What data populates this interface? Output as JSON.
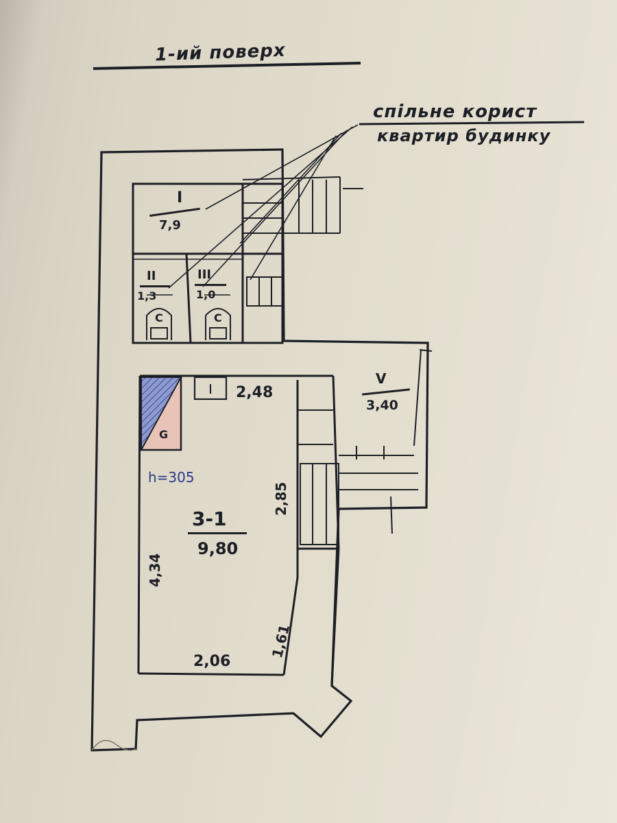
{
  "sheet": {
    "floor_title": "1-ий поверх",
    "common_note_line1": "спільне корист",
    "common_note_line2": "квартир будинку"
  },
  "rooms": [
    {
      "id": "I",
      "label": "I",
      "area": "7,9"
    },
    {
      "id": "II",
      "label": "II",
      "area": "1,3"
    },
    {
      "id": "III",
      "label": "III",
      "area": "1,0"
    },
    {
      "id": "V",
      "label": "V",
      "area": "3,40"
    },
    {
      "id": "3-1",
      "label": "3-1",
      "area": "9,80",
      "height": "h=305"
    }
  ],
  "fixtures": [
    {
      "id": "wc-1",
      "label": "С"
    },
    {
      "id": "wc-2",
      "label": "С"
    },
    {
      "id": "stove",
      "label": "G"
    }
  ],
  "dimensions": {
    "top_width": "2,48",
    "right_side": "2,85",
    "left_side": "4,34",
    "bottom_width": "2,06",
    "diagonal": "1,61"
  },
  "colors": {
    "paper": "#ddd7c7",
    "ink": "#1d1f26",
    "blue_ink": "#2b3a8c",
    "fixture_pink": "#e8c4b8",
    "hatch_blue": "#5b6fb0"
  }
}
